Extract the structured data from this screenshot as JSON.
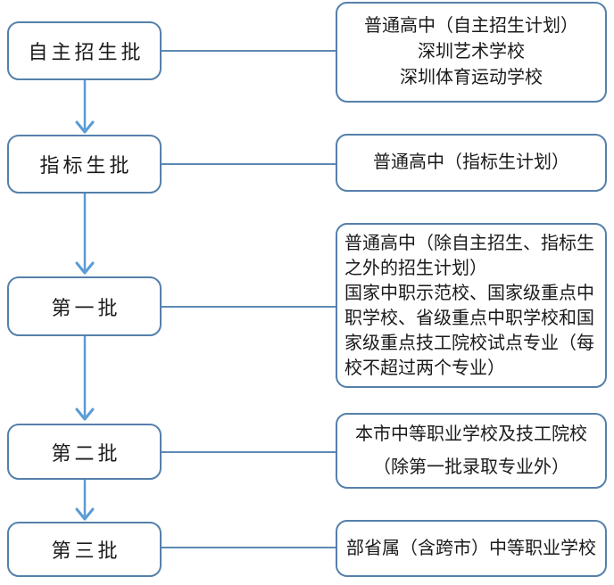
{
  "diagram": {
    "description": "admission-batch-flowchart",
    "batches": [
      {
        "label": "自主招生批",
        "targets": [
          "普通高中（自主招生计划）",
          "深圳艺术学校",
          "深圳体育运动学校"
        ]
      },
      {
        "label": "指标生批",
        "targets": [
          "普通高中（指标生计划）"
        ]
      },
      {
        "label": "第一批",
        "targets": [
          "普通高中（除自主招生、指标生之外的招生计划）",
          "国家中职示范校、国家级重点中职学校、省级重点中职学校和国家级重点技工院校试点专业（每校不超过两个专业）"
        ]
      },
      {
        "label": "第二批",
        "targets": [
          "本市中等职业学校及技工院校",
          "（除第一批录取专业外）"
        ]
      },
      {
        "label": "第三批",
        "targets": [
          "部省属（含跨市）中等职业学校"
        ]
      }
    ],
    "colors": {
      "box_border": "#5580ab",
      "connector": "#5e8ab4",
      "arrow": "#5b9bd5",
      "text": "#1a1a1a",
      "background": "#ffffff"
    }
  }
}
